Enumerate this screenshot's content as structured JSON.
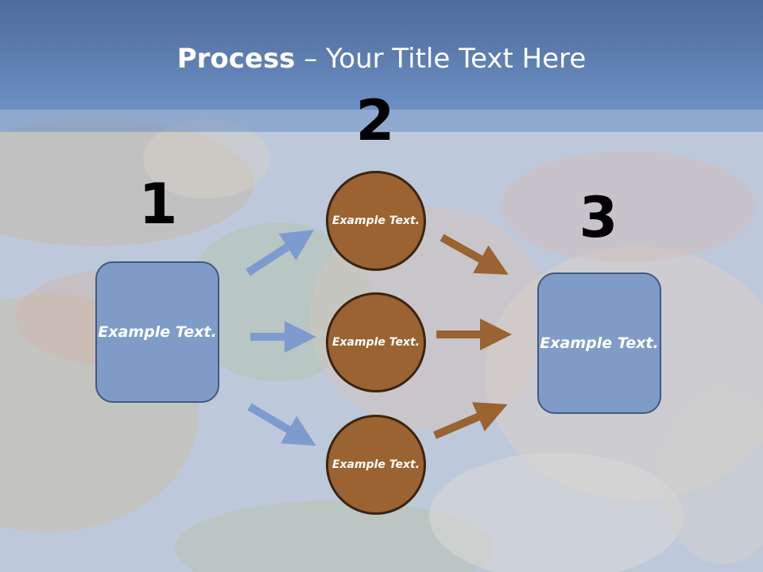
{
  "slide": {
    "title_bold": "Process",
    "title_rest": " – Your Title Text Here"
  },
  "steps": [
    {
      "number": "1",
      "text": "Example Text."
    },
    {
      "number": "2",
      "text": ""
    },
    {
      "number": "3",
      "text": "Example Text."
    }
  ],
  "circles": [
    {
      "text": "Example Text."
    },
    {
      "text": "Example Text."
    },
    {
      "text": "Example Text."
    }
  ],
  "colors": {
    "title_band": "#6c8fc2",
    "box_fill": "#7f9cc9",
    "box_border": "#41597f",
    "circle_fill": "#9a6331",
    "circle_border": "#3b2410",
    "arrow_blue": "#7e9bcf",
    "arrow_brown": "#9a6331"
  }
}
